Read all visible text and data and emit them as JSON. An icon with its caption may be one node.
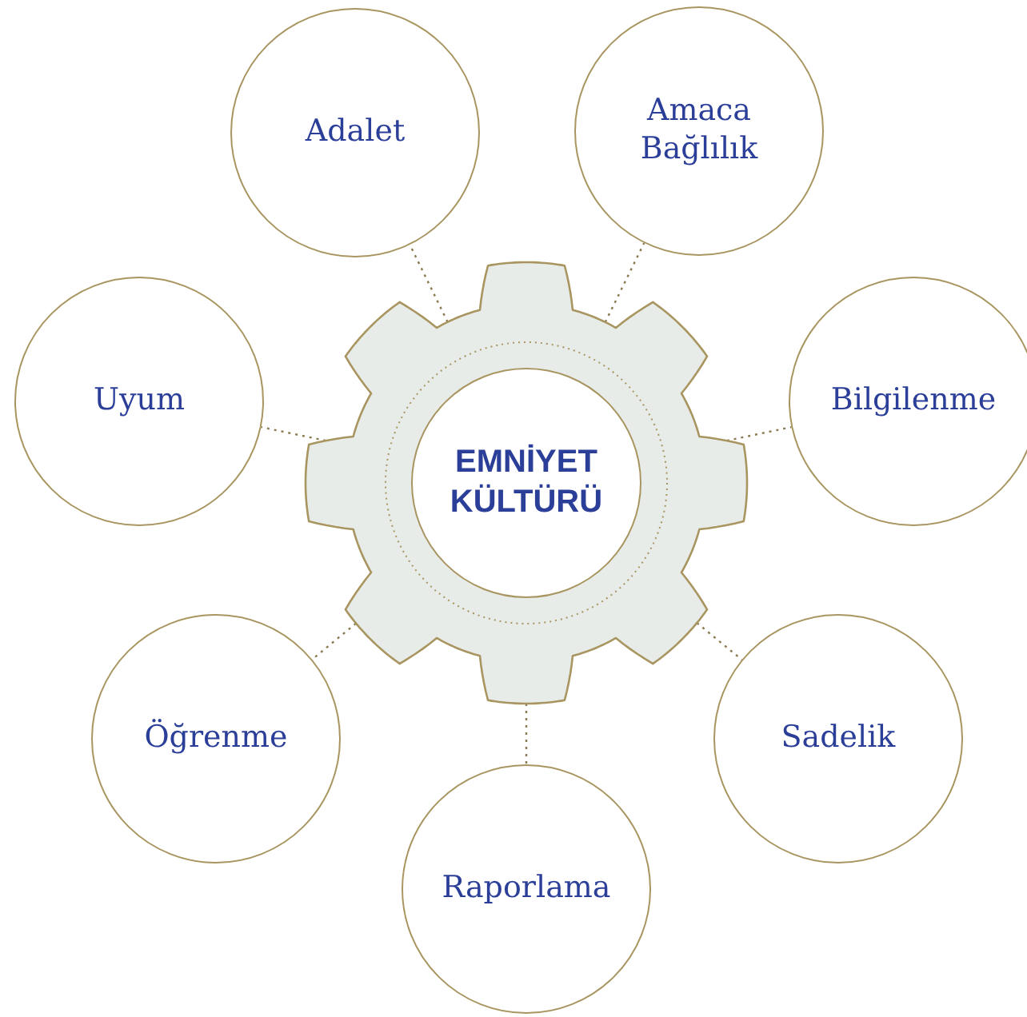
{
  "diagram": {
    "nodes": [
      {
        "text": [],
        "shape": "gear"
      },
      {
        "text": [
          "EMNİYET KÜLTÜRÜ"
        ],
        "in": 0
      },
      {
        "text": [
          "Adalet"
        ]
      },
      {
        "text": [
          "Amaca Bağlılık"
        ]
      },
      {
        "text": [
          "Uyum"
        ]
      },
      {
        "text": [
          "Bilgilenme"
        ]
      },
      {
        "text": [
          "Öğrenme"
        ]
      },
      {
        "text": [
          "Sadelik"
        ]
      },
      {
        "text": [
          "Raporlama"
        ]
      }
    ],
    "edges": [
      {
        "from": 0,
        "to": 2,
        "arrow": "none",
        "style": "dashed"
      },
      {
        "from": 0,
        "to": 3,
        "arrow": "none",
        "style": "dashed"
      },
      {
        "from": 0,
        "to": 4,
        "arrow": "none",
        "style": "dashed"
      },
      {
        "from": 0,
        "to": 5,
        "arrow": "none",
        "style": "dashed"
      },
      {
        "from": 0,
        "to": 6,
        "arrow": "none",
        "style": "dashed"
      },
      {
        "from": 0,
        "to": 7,
        "arrow": "none",
        "style": "dashed"
      },
      {
        "from": 0,
        "to": 8,
        "arrow": "none",
        "style": "dashed"
      }
    ]
  }
}
